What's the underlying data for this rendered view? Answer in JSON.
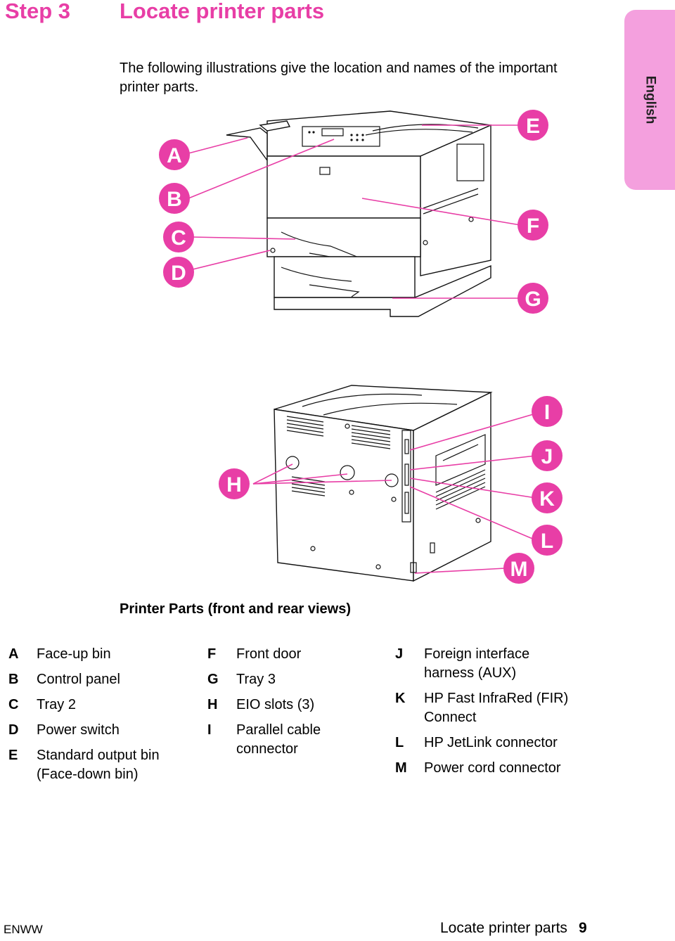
{
  "header": {
    "step_label": "Step 3",
    "title": "Locate printer parts"
  },
  "intro": "The following illustrations give the location and names of the important printer parts.",
  "language_tab": "English",
  "colors": {
    "accent": "#e83ea6",
    "tab": "#f4a0de",
    "callout_fill": "#e83ea6"
  },
  "callouts": {
    "A": "A",
    "B": "B",
    "C": "C",
    "D": "D",
    "E": "E",
    "F": "F",
    "G": "G",
    "H": "H",
    "I": "I",
    "J": "J",
    "K": "K",
    "L": "L",
    "M": "M"
  },
  "caption": "Printer Parts (front and rear views)",
  "legend": {
    "col1": [
      {
        "letter": "A",
        "text": "Face-up bin"
      },
      {
        "letter": "B",
        "text": "Control panel"
      },
      {
        "letter": "C",
        "text": "Tray 2"
      },
      {
        "letter": "D",
        "text": "Power switch"
      },
      {
        "letter": "E",
        "text": "Standard output bin (Face-down bin)"
      }
    ],
    "col2": [
      {
        "letter": "F",
        "text": "Front door"
      },
      {
        "letter": "G",
        "text": "Tray 3"
      },
      {
        "letter": "H",
        "text": "EIO slots (3)"
      },
      {
        "letter": "I",
        "text": "Parallel cable connector"
      }
    ],
    "col3": [
      {
        "letter": "J",
        "text": "Foreign interface harness (AUX)"
      },
      {
        "letter": "K",
        "text": "HP Fast InfraRed (FIR) Connect"
      },
      {
        "letter": "L",
        "text": "HP JetLink connector"
      },
      {
        "letter": "M",
        "text": "Power cord connector"
      }
    ]
  },
  "footer": {
    "left": "ENWW",
    "right": "Locate printer parts",
    "page": "9"
  }
}
